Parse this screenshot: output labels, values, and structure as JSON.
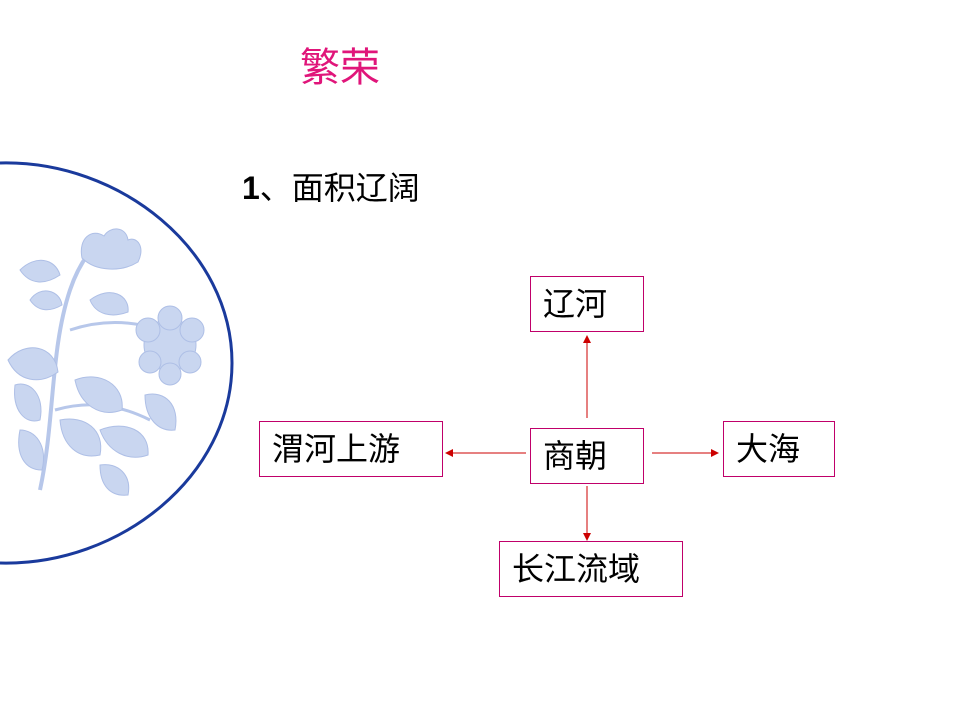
{
  "title": "繁荣",
  "point": {
    "number": "1",
    "text": "、面积辽阔"
  },
  "diagram": {
    "center": "商朝",
    "north": "辽河",
    "west": "渭河上游",
    "east": "大海",
    "south": "长江流域"
  },
  "colors": {
    "title": "#e0157a",
    "box_border": "#c0006a",
    "arrow": "#cc0000",
    "plate_ring": "#1a3a9c",
    "flower": "#c9d6f0"
  }
}
